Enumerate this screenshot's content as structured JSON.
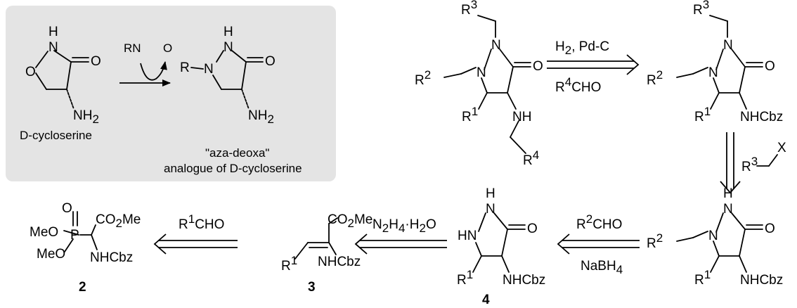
{
  "colors": {
    "inset_background": "#e4e4e4",
    "ink": "#000000",
    "page": "#ffffff"
  },
  "inset": {
    "caption_left": "D-cycloserine",
    "caption_right_line1": "\"aza-deoxa\"",
    "caption_right_line2": "analogue of D-cycloserine",
    "reagent_in": "RN",
    "reagent_out": "O",
    "r_label": "R",
    "atoms": {
      "h": "H",
      "n": "N",
      "o": "O",
      "nh2": "NH",
      "sub2": "2"
    }
  },
  "arrows": {
    "step1_top": "H",
    "step1_top_sub": "2",
    "step1_top_rest": ", Pd-C",
    "step1_bottom_r": "R",
    "step1_bottom_sup": "4",
    "step1_bottom_rest": "CHO",
    "step2_r": "R",
    "step2_sup": "3",
    "step2_x": "X",
    "step3_top_r": "R",
    "step3_top_sup": "2",
    "step3_top_rest": "CHO",
    "step3_bottom": "NaBH",
    "step3_bottom_sub": "4",
    "step4_n": "N",
    "step4_sub1": "2",
    "step4_h": "H",
    "step4_sub2": "4",
    "step4_dot": "·H",
    "step4_sub3": "2",
    "step4_o": "O",
    "step5_r": "R",
    "step5_sup": "1",
    "step5_rest": "CHO"
  },
  "compounds": {
    "label_2": "2",
    "label_3": "3",
    "label_4": "4",
    "nhcbz": "NHCbz",
    "co2me_pre": "CO",
    "co2me_sub": "2",
    "co2me_post": "Me",
    "meo": "MeO",
    "p": "P",
    "o": "O",
    "hn": "HN",
    "n": "N",
    "nh": "NH",
    "h": "H",
    "r": "R",
    "s1": "1",
    "s2": "2",
    "s3": "3",
    "s4": "4"
  }
}
